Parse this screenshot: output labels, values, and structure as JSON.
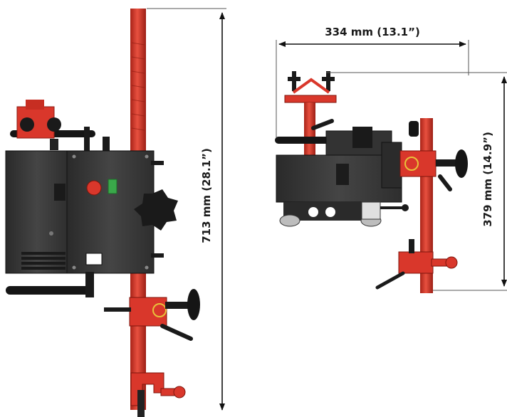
{
  "dimensions": {
    "left_height": "713 mm (28.1”)",
    "right_width": "334 mm (13.1”)",
    "right_height": "379 mm (14.9”)"
  },
  "colors": {
    "red": "#d9372b",
    "red_dark": "#a82318",
    "body": "#3c3c3c",
    "body_dark": "#262626",
    "black": "#151515",
    "green": "#3aa84a",
    "white": "#ffffff"
  }
}
